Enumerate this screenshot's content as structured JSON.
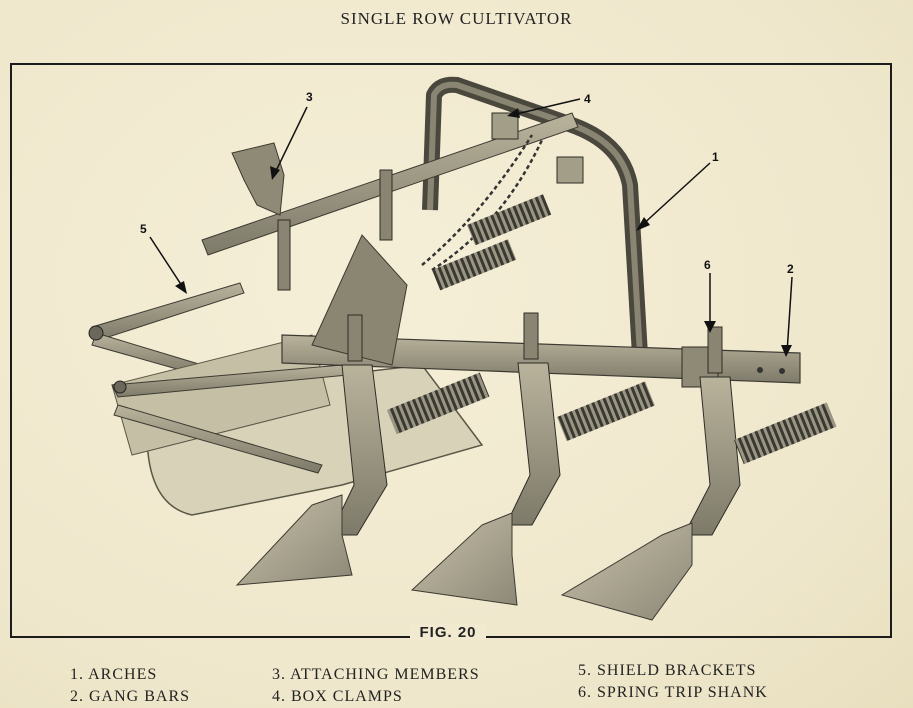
{
  "title": "SINGLE ROW CULTIVATOR",
  "figure_label": "FIG. 20",
  "callouts": [
    "1",
    "2",
    "3",
    "4",
    "5",
    "6"
  ],
  "legend": {
    "col1": [
      "1. ARCHES",
      "2. GANG BARS"
    ],
    "col2": [
      "3. ATTACHING MEMBERS",
      "4. BOX CLAMPS"
    ],
    "col3": [
      "5. SHIELD BRACKETS",
      "6. SPRING TRIP SHANK"
    ]
  }
}
